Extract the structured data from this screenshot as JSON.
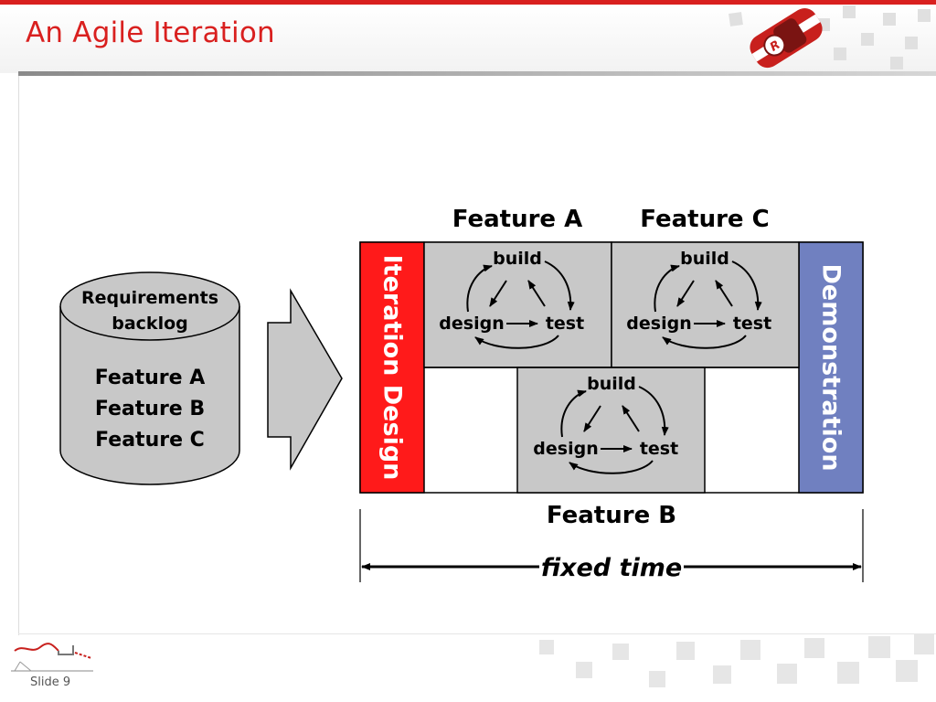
{
  "slide": {
    "title": "An Agile Iteration",
    "slide_number": "Slide 9"
  },
  "colors": {
    "accent_red": "#d9201f",
    "iteration_design_fill": "#ff1a1a",
    "demonstration_fill": "#7080c0",
    "feature_box_fill": "#c8c8c8"
  },
  "diagram": {
    "backlog": {
      "header_line1": "Requirements",
      "header_line2": "backlog",
      "items": [
        "Feature A",
        "Feature B",
        "Feature C"
      ]
    },
    "iteration_design_label": "Iteration Design",
    "demonstration_label": "Demonstration",
    "features": {
      "a": "Feature A",
      "b": "Feature B",
      "c": "Feature C"
    },
    "cycle": {
      "build": "build",
      "design": "design",
      "test": "test"
    },
    "duration_label": "fixed time"
  }
}
